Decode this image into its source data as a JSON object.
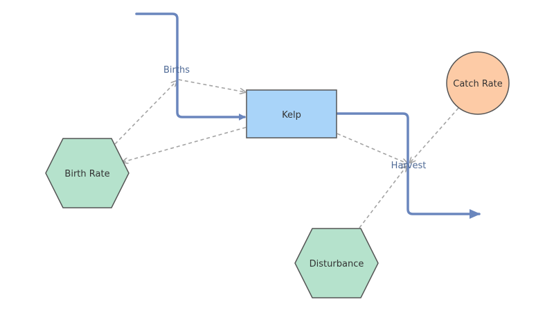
{
  "colors": {
    "flow": "#6a86bd",
    "link": "#a3a3a3",
    "stock_fill": "#a9d4f9",
    "converter_fill": "#b5e2cc",
    "rate_fill": "#fdcba6",
    "outline": "#555555",
    "label_text": "#333333",
    "flow_label_text": "#4f6a96"
  },
  "stocks": [
    {
      "id": "kelp",
      "label": "Kelp"
    }
  ],
  "flows": [
    {
      "id": "births",
      "label": "Births",
      "to": "kelp"
    },
    {
      "id": "harvest",
      "label": "Harvest",
      "from": "kelp"
    }
  ],
  "converters": [
    {
      "id": "birth_rate",
      "label": "Birth Rate",
      "shape": "hexagon"
    },
    {
      "id": "disturbance",
      "label": "Disturbance",
      "shape": "hexagon"
    },
    {
      "id": "catch_rate",
      "label": "Catch Rate",
      "shape": "circle"
    }
  ],
  "links": [
    {
      "from": "births",
      "to": "kelp"
    },
    {
      "from": "kelp",
      "to": "birth_rate"
    },
    {
      "from": "birth_rate",
      "to": "births"
    },
    {
      "from": "kelp",
      "to": "harvest"
    },
    {
      "from": "catch_rate",
      "to": "harvest"
    },
    {
      "from": "disturbance",
      "to": "harvest"
    }
  ]
}
